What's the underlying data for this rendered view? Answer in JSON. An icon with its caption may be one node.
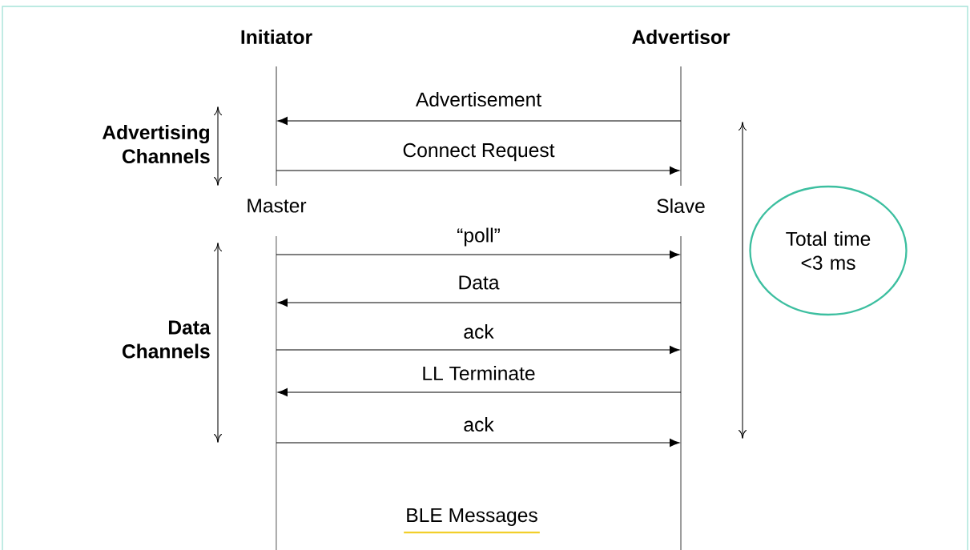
{
  "diagram": {
    "nodes": [
      {
        "text": [
          "Initiator"
        ]
      },
      {
        "text": [
          "Advertisor"
        ]
      },
      {
        "text": [
          "Master"
        ]
      },
      {
        "text": [
          "Slave"
        ]
      },
      {
        "text": [
          "Total time <3 ms"
        ]
      }
    ],
    "edges": [
      {
        "from": 1,
        "to": 0,
        "arrow": "to",
        "label": "Advertisement"
      },
      {
        "from": 0,
        "to": 1,
        "arrow": "to",
        "label": "Connect Request"
      },
      {
        "from": 2,
        "to": 3,
        "arrow": "to",
        "label": "“poll”"
      },
      {
        "from": 3,
        "to": 2,
        "arrow": "to",
        "label": "Data"
      },
      {
        "from": 2,
        "to": 3,
        "arrow": "to",
        "label": "ack"
      },
      {
        "from": 3,
        "to": 2,
        "arrow": "to",
        "label": "LL Terminate"
      },
      {
        "from": 2,
        "to": 3,
        "arrow": "to",
        "label": "ack"
      }
    ],
    "labels": [
      "Advertising Channels",
      "Data Channels",
      "BLE Messages"
    ]
  }
}
